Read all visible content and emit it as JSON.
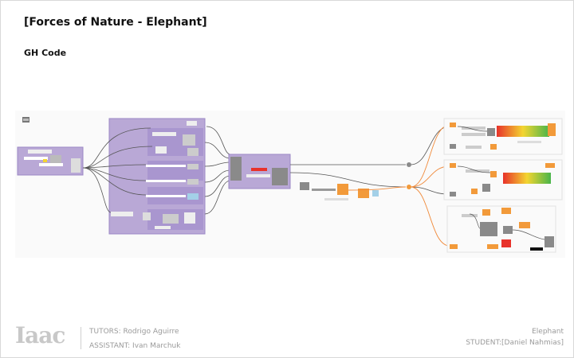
{
  "header": {
    "title": "[Forces of Nature - Elephant]",
    "subtitle": "GH Code"
  },
  "footer": {
    "logo_text": "Iaac",
    "tutors": "TUTORS: Rodrigo Aguirre",
    "assistant": "ASSISTANT: Ivan Marchuk",
    "project": "Elephant",
    "student": "STUDENT:[Daniel Nahmias]"
  },
  "colors": {
    "group_purple": "#b9a8d6",
    "group_purple_dark": "#9c88c6",
    "component_grey": "#8a8a8a",
    "component_orange": "#f29a3a",
    "wire_orange": "#f08a3a",
    "wire_dark": "#444444",
    "gradient_red": "#e8322a",
    "gradient_yellow": "#f3d531",
    "gradient_green": "#49b54a"
  }
}
